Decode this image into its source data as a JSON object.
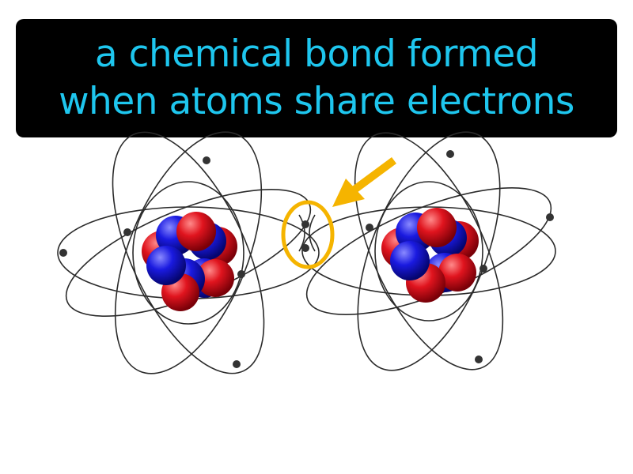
{
  "caption": {
    "line1": "a chemical bond formed",
    "line2": "when atoms share electrons"
  },
  "colors": {
    "caption_background": "#000000",
    "caption_text": "#1ec6ee",
    "proton": "#e0141e",
    "neutron": "#1a1ae0",
    "highlight": "#f5b400",
    "orbit": "#2b2b2b",
    "electron": "#333333"
  },
  "diagram": {
    "atoms": [
      "left-atom",
      "right-atom"
    ],
    "highlight": "shared-electron-pair",
    "pointer": "arrow-icon"
  }
}
